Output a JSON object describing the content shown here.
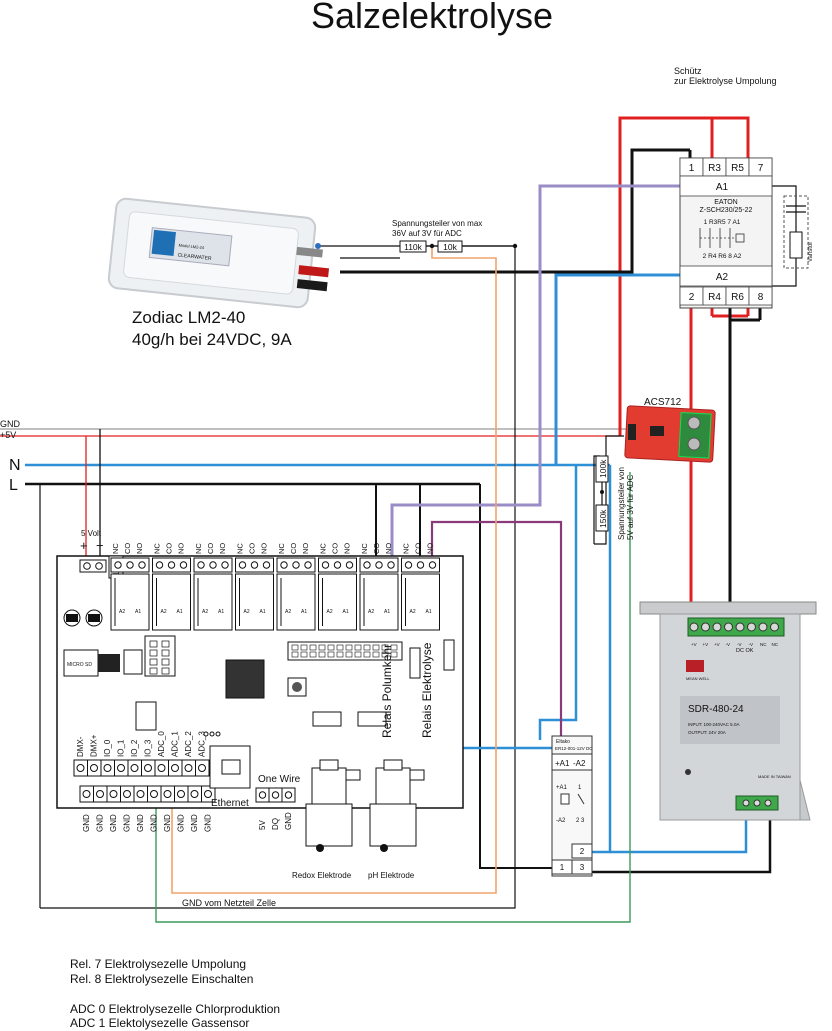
{
  "title": "Salzelektrolyse",
  "contactor": {
    "caption_line1": "Schütz",
    "caption_line2": "zur Elektrolyse Umpolung",
    "terminals_top": [
      "1",
      "R3",
      "R5",
      "7"
    ],
    "terminals_bottom": [
      "2",
      "R4",
      "R6",
      "8"
    ],
    "coil_a1": "A1",
    "coil_a2": "A2",
    "brand": "EATON",
    "model": "Z-SCH230/25-22",
    "schematic_top": "1 R3R5  7  A1",
    "schematic_bottom": "2 R4 R6  8  A2",
    "varistor_label": "Varistor"
  },
  "cell": {
    "label_line1": "Zodiac LM2-40",
    "label_line2": "40g/h bei 24VDC, 9A",
    "brand_text": "CLEARWATER",
    "model_text": "Model LM2-24"
  },
  "divider_top": {
    "caption_line1": "Spannungsteiler von max",
    "caption_line2": "36V auf 3V für ADC",
    "r1": "110k",
    "r2": "10k"
  },
  "current_sensor": {
    "label": "ACS712"
  },
  "divider_side": {
    "r1": "100k",
    "r2": "150k",
    "caption_line1": "Spannungsteiler von",
    "caption_line2": "5V auf 3V für ADC"
  },
  "mains": {
    "gnd": "GND",
    "plus5v": "+5V",
    "n": "N",
    "l": "L"
  },
  "board": {
    "supply_label": "5 Volt",
    "plus": "+",
    "minus": "−",
    "relay_terminal_labels": [
      "NC",
      "CO",
      "NO"
    ],
    "fuse": "1,6A",
    "micro_sd": "MICRO SD",
    "top_io_labels": [
      "DMX-",
      "DMX+",
      "IO_0",
      "IO_1",
      "IO_2",
      "IO_3",
      "ADC_0",
      "ADC_1",
      "ADC_2",
      "ADC_3"
    ],
    "bottom_gnd_labels": [
      "GND",
      "GND",
      "GND",
      "GND",
      "GND",
      "GND",
      "GND",
      "GND",
      "GND",
      "GND"
    ],
    "ethernet": "Ethernet",
    "one_wire": "One Wire",
    "one_wire_pins": [
      "5V",
      "DQ",
      "GND"
    ],
    "relay7_label": "Relais Polumkehr",
    "relay8_label": "Relais Elektrolyse",
    "redox": "Redox Elektrode",
    "ph": "pH Elektrode"
  },
  "small_relay": {
    "brand": "Eltako",
    "model": "ER12-001-12V DC",
    "a1": "+A1",
    "a2": "-A2",
    "sym_a1": "+A1",
    "sym_a2": "-A2",
    "sym_pins": "2 3",
    "sym_pin1": "1",
    "term_top": "2",
    "term_b1": "1",
    "term_b3": "3"
  },
  "psu": {
    "brand": "MEAN WELL",
    "model": "SDR-480-24",
    "input": "INPUT: 100-240VAC 5.0A",
    "output": "OUTPUT: 24V  20A",
    "dc_ok": "DC OK",
    "made_in": "MADE IN TAIWAN",
    "terminal_top_labels": [
      "+V",
      "+V",
      "+V",
      "-V",
      "-V",
      "-V",
      "NC",
      "NC"
    ]
  },
  "gnd_note": "GND vom Netzteil Zelle",
  "notes": [
    "Rel. 7 Elektrolysezelle Umpolung",
    "Rel. 8 Elektrolysezelle Einschalten",
    "",
    "ADC 0 Elektrolysezelle Chlorproduktion",
    "ADC 1 Elektolysezelle Gassensor"
  ],
  "colors": {
    "red_wire": "#e02020",
    "black_wire": "#111111",
    "blue_wire": "#2f8fd6",
    "purple_wire": "#9a8cc6",
    "magenta_wire": "#8a3a78",
    "orange_wire": "#f0a36c",
    "green_wire": "#3b9a5a",
    "gnd_wire": "#999999",
    "sensor_board": "#e23b2f",
    "psu_terminal": "#3fa84a"
  }
}
